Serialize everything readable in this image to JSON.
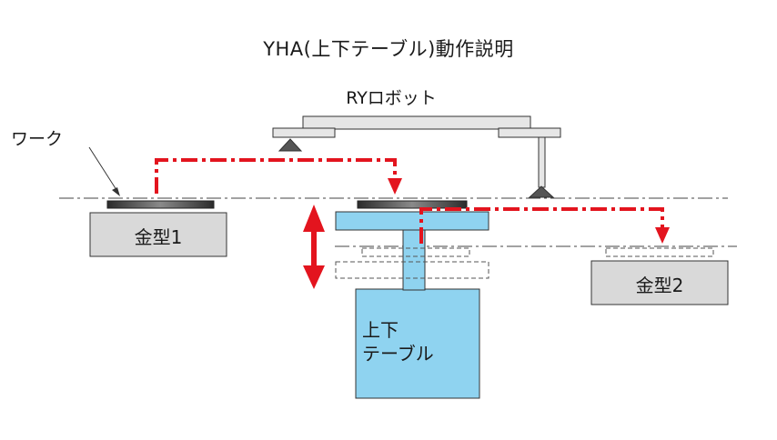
{
  "title": "YHA(上下テーブル)動作説明",
  "robot": {
    "label": "RYロボット"
  },
  "workpiece": {
    "label": "ワーク"
  },
  "die_1": {
    "label": "金型1"
  },
  "die_2": {
    "label": "金型2"
  },
  "lift_table": {
    "label_line1": "上下",
    "label_line2": "テーブル"
  },
  "colors": {
    "transfer_path": "#e3141e",
    "lift_table_fill": "#8fd3f0",
    "die_fill": "#d9d9d9",
    "robot_arm_fill": "#e6e6e6",
    "outline": "#333333"
  }
}
